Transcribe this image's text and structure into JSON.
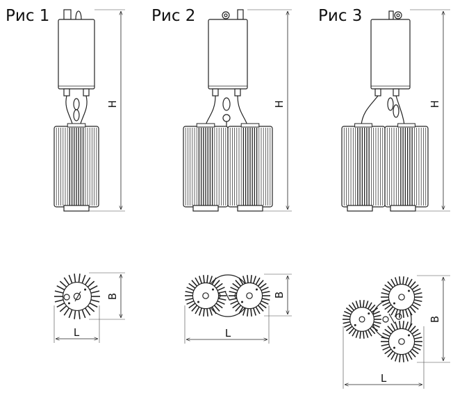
{
  "figures": [
    {
      "title": "Рис 1",
      "height_label": "H",
      "depth_label": "B",
      "width_label": "L",
      "modules": 1
    },
    {
      "title": "Рис 2",
      "height_label": "H",
      "depth_label": "B",
      "width_label": "L",
      "modules": 2
    },
    {
      "title": "Рис 3",
      "height_label": "H",
      "depth_label": "B",
      "width_label": "L",
      "modules": 3
    }
  ],
  "colors": {
    "line": "#222222",
    "background": "#ffffff"
  }
}
